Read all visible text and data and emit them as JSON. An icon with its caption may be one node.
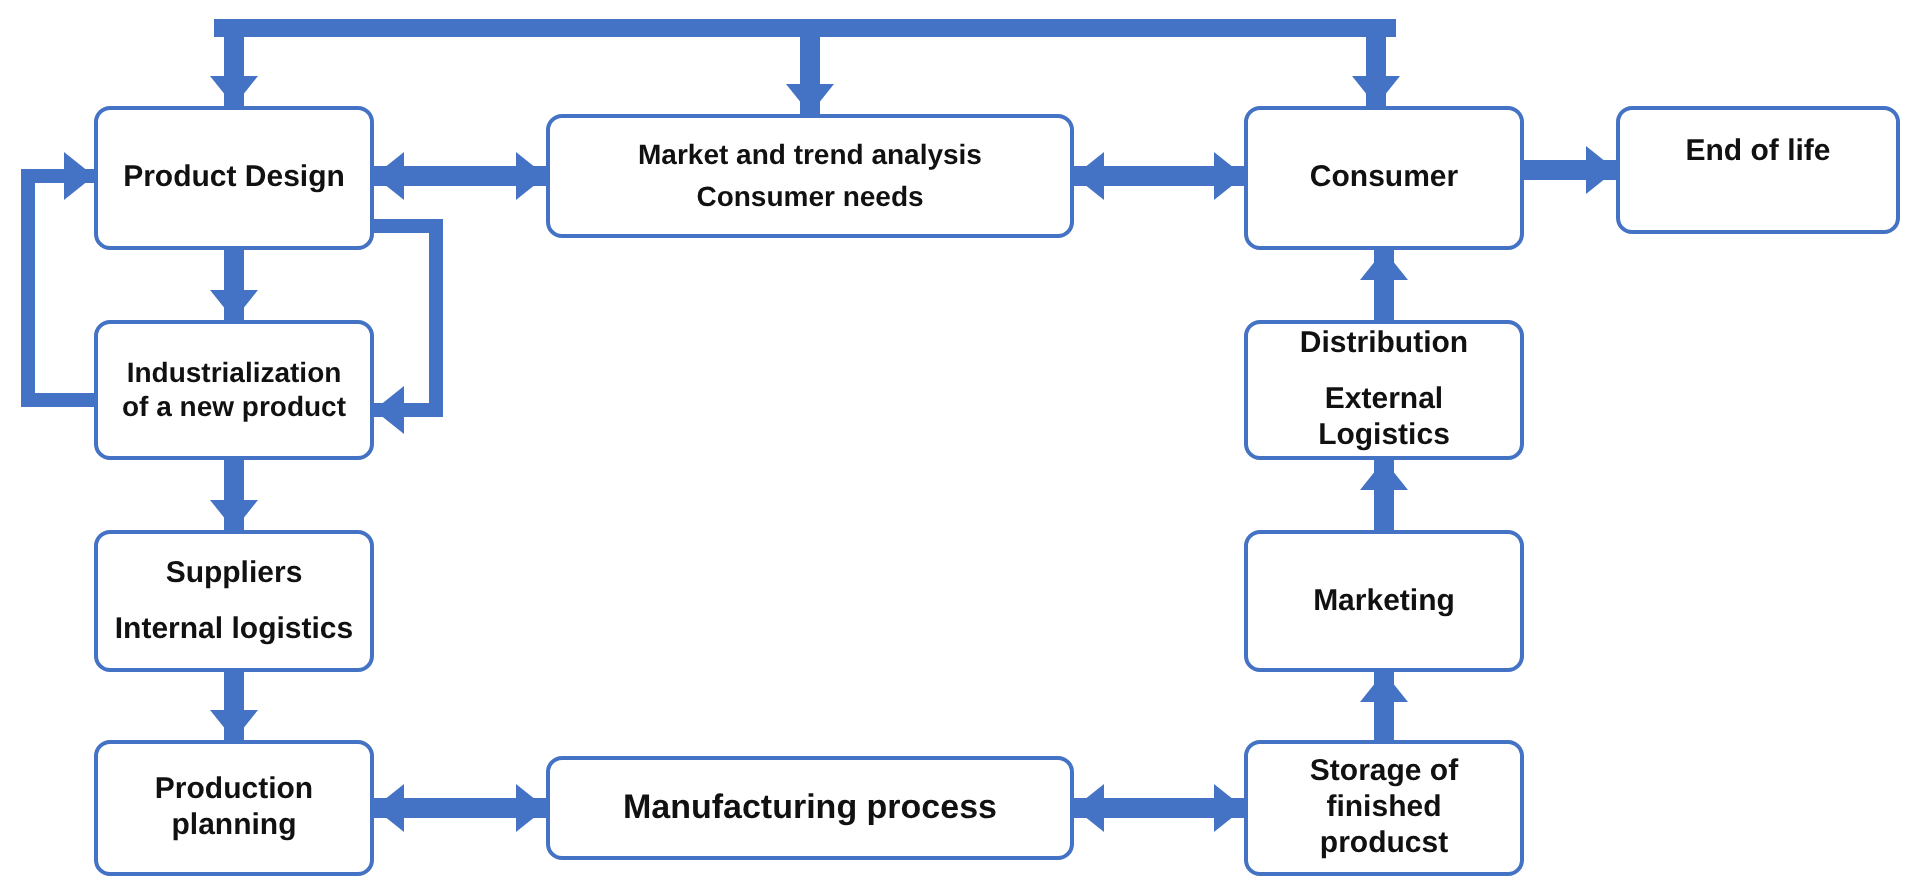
{
  "diagram": {
    "nodes": [
      {
        "text": [
          "Product Design"
        ]
      },
      {
        "text": [
          "Market and trend analysis",
          "Consumer needs"
        ]
      },
      {
        "text": [
          "Consumer"
        ]
      },
      {
        "text": [
          "End of life"
        ]
      },
      {
        "text": [
          "Industrialization of a new product"
        ]
      },
      {
        "text": [
          "Distribution",
          "External Logistics"
        ]
      },
      {
        "text": [
          "Suppliers",
          "Internal logistics"
        ]
      },
      {
        "text": [
          "Marketing"
        ]
      },
      {
        "text": [
          "Production planning"
        ]
      },
      {
        "text": [
          "Manufacturing process"
        ]
      },
      {
        "text": [
          "Storage of finished producst"
        ]
      }
    ],
    "edges": [
      {
        "from": null,
        "to": 0,
        "arrow": "to"
      },
      {
        "from": null,
        "to": 1,
        "arrow": "to"
      },
      {
        "from": null,
        "to": 2,
        "arrow": "to"
      },
      {
        "from": 0,
        "to": 1,
        "arrow": "both"
      },
      {
        "from": 1,
        "to": 2,
        "arrow": "both"
      },
      {
        "from": 2,
        "to": 3,
        "arrow": "to"
      },
      {
        "from": 0,
        "to": 4,
        "arrow": "to"
      },
      {
        "from": 4,
        "to": 0,
        "arrow": "to"
      },
      {
        "from": 0,
        "to": 4,
        "arrow": "to"
      },
      {
        "from": 4,
        "to": 6,
        "arrow": "to"
      },
      {
        "from": 6,
        "to": 8,
        "arrow": "to"
      },
      {
        "from": 8,
        "to": 9,
        "arrow": "both"
      },
      {
        "from": 9,
        "to": 10,
        "arrow": "both"
      },
      {
        "from": 10,
        "to": 7,
        "arrow": "to"
      },
      {
        "from": 7,
        "to": 5,
        "arrow": "to"
      },
      {
        "from": 5,
        "to": 2,
        "arrow": "to"
      }
    ]
  }
}
